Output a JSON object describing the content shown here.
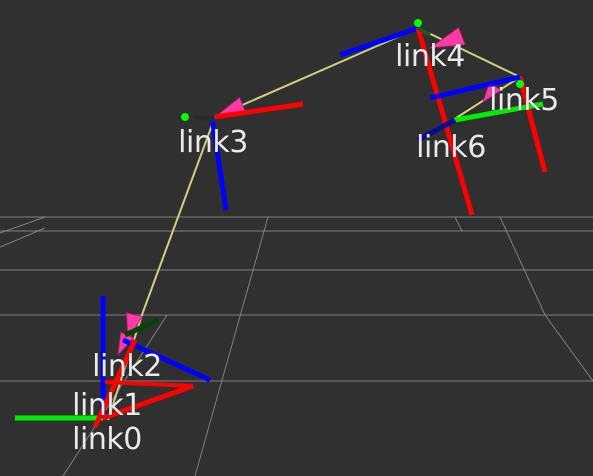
{
  "scene": {
    "background_color": "#303030",
    "grid_color": "#9a9a9a",
    "tf_edge_color": "#d0d080",
    "tf_arrow_color": "#ff3aa6",
    "axis_colors": {
      "x": "#ff0000",
      "y": "#00ee00",
      "z": "#0000ff"
    },
    "frame_origin_marker_color": "#00ff00"
  },
  "frames": [
    {
      "id": "link0",
      "label": "link0"
    },
    {
      "id": "link1",
      "label": "link1"
    },
    {
      "id": "link2",
      "label": "link2"
    },
    {
      "id": "link3",
      "label": "link3"
    },
    {
      "id": "link4",
      "label": "link4"
    },
    {
      "id": "link5",
      "label": "link5"
    },
    {
      "id": "link6",
      "label": "link6"
    }
  ]
}
